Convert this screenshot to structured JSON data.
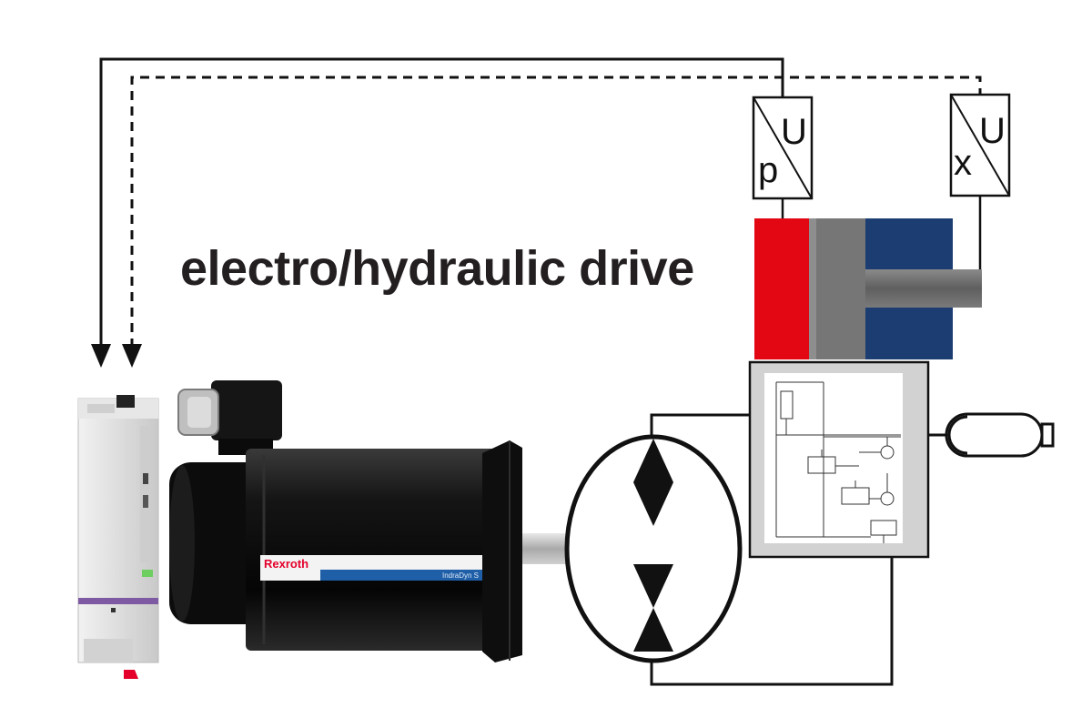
{
  "diagram": {
    "title": "electro/hydraulic drive",
    "pressure_sensor": {
      "input_symbol": "p",
      "output_symbol": "U"
    },
    "position_sensor": {
      "input_symbol": "x",
      "output_symbol": "U"
    },
    "motor": {
      "brand": "Rexroth",
      "model": "IndraDyn S"
    },
    "colors": {
      "line": "#111111",
      "cylinder_cap_chamber": "#e30613",
      "cylinder_piston": "#777777",
      "cylinder_rod_chamber": "#1c3d72",
      "brand_text": "#e4002b",
      "brand_stripe": "#1f5fa8",
      "motor_body": "#111111",
      "drive_housing": "#d8d8d8",
      "drive_led": "#6ccf5f",
      "drive_stripe": "#7e5aa2"
    }
  }
}
